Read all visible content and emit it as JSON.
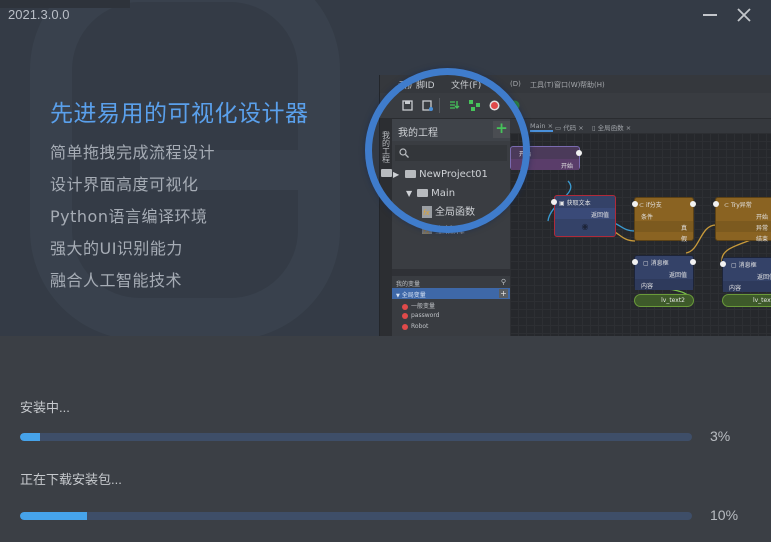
{
  "window": {
    "version": "2021.3.0.0",
    "minimize_label": "minimize",
    "close_label": "close"
  },
  "hero": {
    "headline": "先进易用的可视化设计器",
    "features": [
      "简单拖拽完成流程设计",
      "设计界面高度可视化",
      "Python语言编译环境",
      "强大的UI识别能力",
      "融合人工智能技术"
    ],
    "colors": {
      "headline": "#5aa0ec",
      "features": "#a6acb5",
      "magnifier_ring": "#3f7ccc"
    }
  },
  "preview": {
    "menu": [
      "云扩脚ID",
      "文件(F)",
      "(D)",
      "工具(T)",
      "窗口(W)",
      "帮助(H)"
    ],
    "tabs": [
      "Main",
      "代码",
      "全局函数"
    ],
    "side_tab": "我的工程",
    "project_panel": {
      "title": "我的工程",
      "add_icon": "+",
      "tree": [
        {
          "label": "NewProject01",
          "level": 0,
          "expander": "▶",
          "icon": "folder-icon"
        },
        {
          "label": "Main",
          "level": 1,
          "expander": "▼",
          "icon": "folder-icon"
        },
        {
          "label": "全局函数",
          "level": 2,
          "icon": "fx-file-icon"
        },
        {
          "label": "主流程",
          "level": 2,
          "icon": "file-icon"
        }
      ]
    },
    "variables_panel": {
      "title": "我的变量",
      "group": "全局变量",
      "items": [
        "一般变量",
        "password",
        "Robot"
      ]
    },
    "nodes": {
      "start": {
        "title": "开始",
        "out": "开始"
      },
      "get_text": {
        "title": "获取文本",
        "out": "返回值"
      },
      "if_branch": {
        "title": "if分支",
        "in": "条件",
        "true": "真",
        "false": "假"
      },
      "try": {
        "title": "Try异常",
        "rows": [
          "开始",
          "异常",
          "结束"
        ]
      },
      "msgbox1": {
        "title": "消息框",
        "out": "返回值",
        "in": "内容"
      },
      "msgbox2": {
        "title": "消息框",
        "out": "返回值",
        "in": "内容"
      },
      "var1": "lv_text2",
      "var2": "lv_text"
    }
  },
  "progress": [
    {
      "label": "安装中...",
      "percent": 3,
      "percent_text": "3%"
    },
    {
      "label": "正在下载安装包...",
      "percent": 10,
      "percent_text": "10%"
    }
  ],
  "colors": {
    "track": "#3e4e68",
    "fill": "#46a3ea",
    "background": "#3b3f45"
  }
}
